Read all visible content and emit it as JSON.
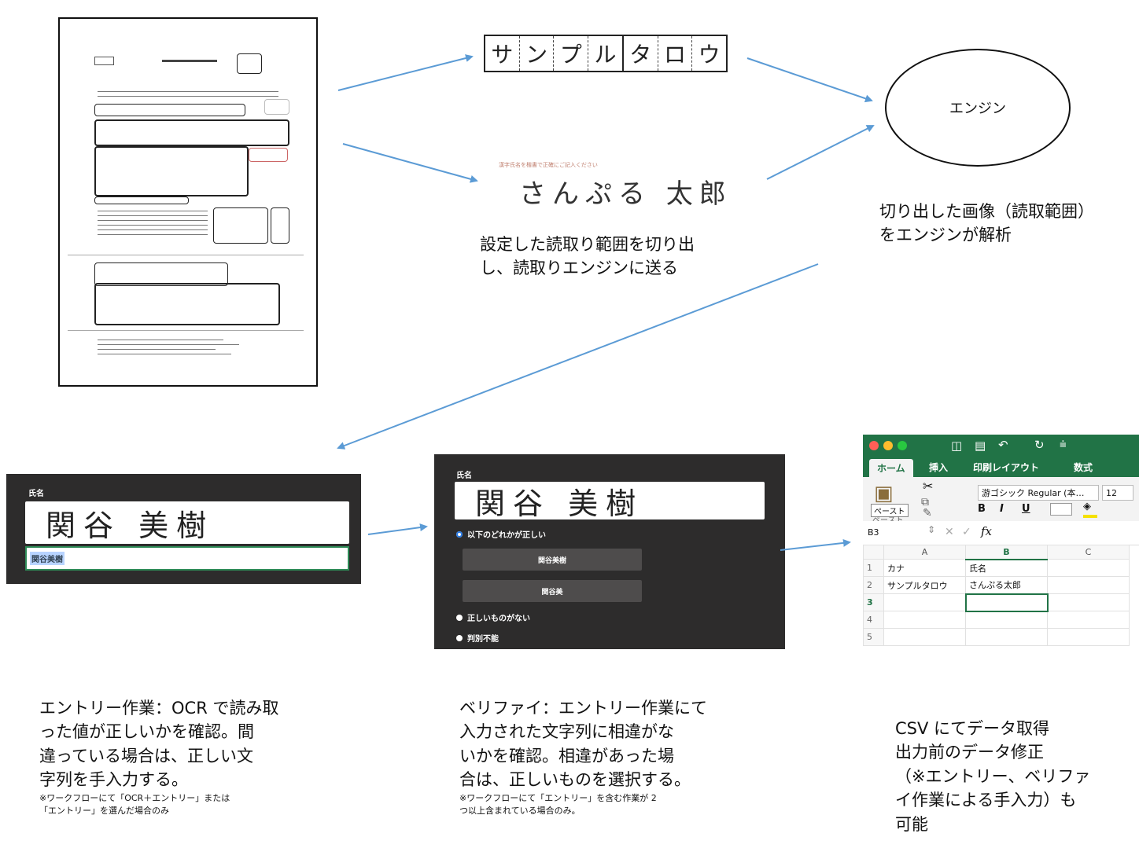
{
  "crop_kana": {
    "chars": [
      "サ",
      "ン",
      "プ",
      "ル",
      "タ",
      "ロ",
      "ウ"
    ]
  },
  "crop_name": {
    "guide": "漢字氏名を楷書で正確にご記入ください",
    "handwriting": "さんぷる 太郎"
  },
  "engine": {
    "label": "エンジン"
  },
  "captions": {
    "crop": [
      "設定した読取り範囲を切り出",
      "し、読取りエンジンに送る"
    ],
    "engine": [
      "切り出した画像（読取範囲）",
      "をエンジンが解析"
    ],
    "entry": [
      "エントリー作業：OCR で読み取",
      "った値が正しいかを確認。間",
      "違っている場合は、正しい文",
      "字列を手入力する。"
    ],
    "entry_note": [
      "※ワークフローにて「OCR＋エントリー」または",
      "「エントリー」を選んだ場合のみ"
    ],
    "verify": [
      "ベリファイ：エントリー作業にて",
      "入力された文字列に相違がな",
      "いかを確認。相違があった場",
      "合は、正しいものを選択する。"
    ],
    "verify_note": [
      "※ワークフローにて「エントリー」を含む作業が 2",
      "つ以上含まれている場合のみ。"
    ],
    "csv": [
      "CSV にてデータ取得",
      "出力前のデータ修正",
      "（※エントリー、ベリファ",
      "イ作業による手入力）も",
      "可能"
    ]
  },
  "entry_panel": {
    "field_label": "氏名",
    "handwriting": "関谷 美樹",
    "input_value": "関谷美樹"
  },
  "verify_panel": {
    "field_label": "氏名",
    "handwriting": "関谷 美樹",
    "option_selected": "以下のどれかが正しい",
    "choices": [
      "関谷美樹",
      "関谷美"
    ],
    "option_none": "正しいものがない",
    "option_unknown": "判別不能"
  },
  "excel": {
    "tabs": [
      "ホーム",
      "挿入",
      "印刷レイアウト",
      "数式"
    ],
    "font": "游ゴシック Regular (本…",
    "font_size": "12",
    "paste_tooltip": "ペースト",
    "paste_label": "ペースト",
    "format_buttons": [
      "B",
      "I",
      "U"
    ],
    "cell_ref": "B3",
    "fx": "fx",
    "columns": [
      "A",
      "B",
      "C"
    ],
    "rows": [
      {
        "num": "1",
        "a": "カナ",
        "b": "氏名",
        "c": ""
      },
      {
        "num": "2",
        "a": "サンプルタロウ",
        "b": "さんぷる太郎",
        "c": ""
      },
      {
        "num": "3",
        "a": "",
        "b": "",
        "c": ""
      },
      {
        "num": "4",
        "a": "",
        "b": "",
        "c": ""
      },
      {
        "num": "5",
        "a": "",
        "b": "",
        "c": ""
      }
    ]
  },
  "colors": {
    "arrow": "#5b9bd5",
    "panel": "#2d2c2c",
    "excel_green": "#217346"
  }
}
